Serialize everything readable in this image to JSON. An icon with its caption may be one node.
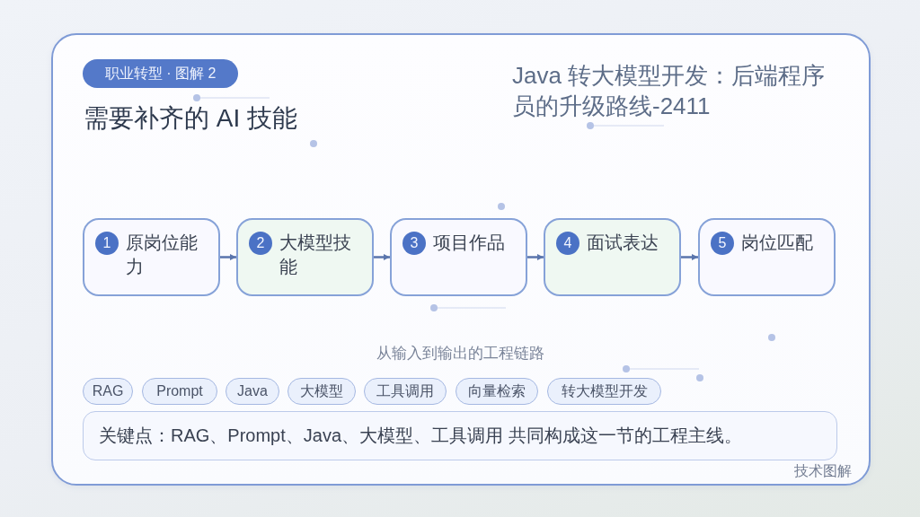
{
  "diagram": {
    "title": "需要补齐的 AI 技能",
    "nodes": [
      {
        "text": [
          "职业转型 · 图解 2"
        ]
      },
      {
        "text": [
          "1",
          "原岗位能力"
        ]
      },
      {
        "text": [
          "2",
          "大模型技能"
        ]
      },
      {
        "text": [
          "3",
          "项目作品"
        ]
      },
      {
        "text": [
          "4",
          "面试表达"
        ]
      },
      {
        "text": [
          "5",
          "岗位匹配"
        ]
      },
      {
        "text": [
          "RAG"
        ]
      },
      {
        "text": [
          "Prompt"
        ]
      },
      {
        "text": [
          "Java"
        ]
      },
      {
        "text": [
          "大模型"
        ]
      },
      {
        "text": [
          "工具调用"
        ]
      },
      {
        "text": [
          "向量检索"
        ]
      },
      {
        "text": [
          "转大模型开发"
        ]
      },
      {
        "text": [
          "关键点：RAG、Prompt、Java、大模型、工具调用 共同构成这一节的工程主线。"
        ]
      }
    ],
    "edges": [
      {
        "from": 1,
        "to": 2,
        "arrow": "to"
      },
      {
        "from": 2,
        "to": 3,
        "arrow": "to"
      },
      {
        "from": 3,
        "to": 4,
        "arrow": "to"
      },
      {
        "from": 4,
        "to": 5,
        "arrow": "to"
      }
    ],
    "labels": [
      "Java 转大模型开发：后端程序员的升级路线-2411",
      "从输入到输出的工程链路",
      "技术图解"
    ]
  }
}
